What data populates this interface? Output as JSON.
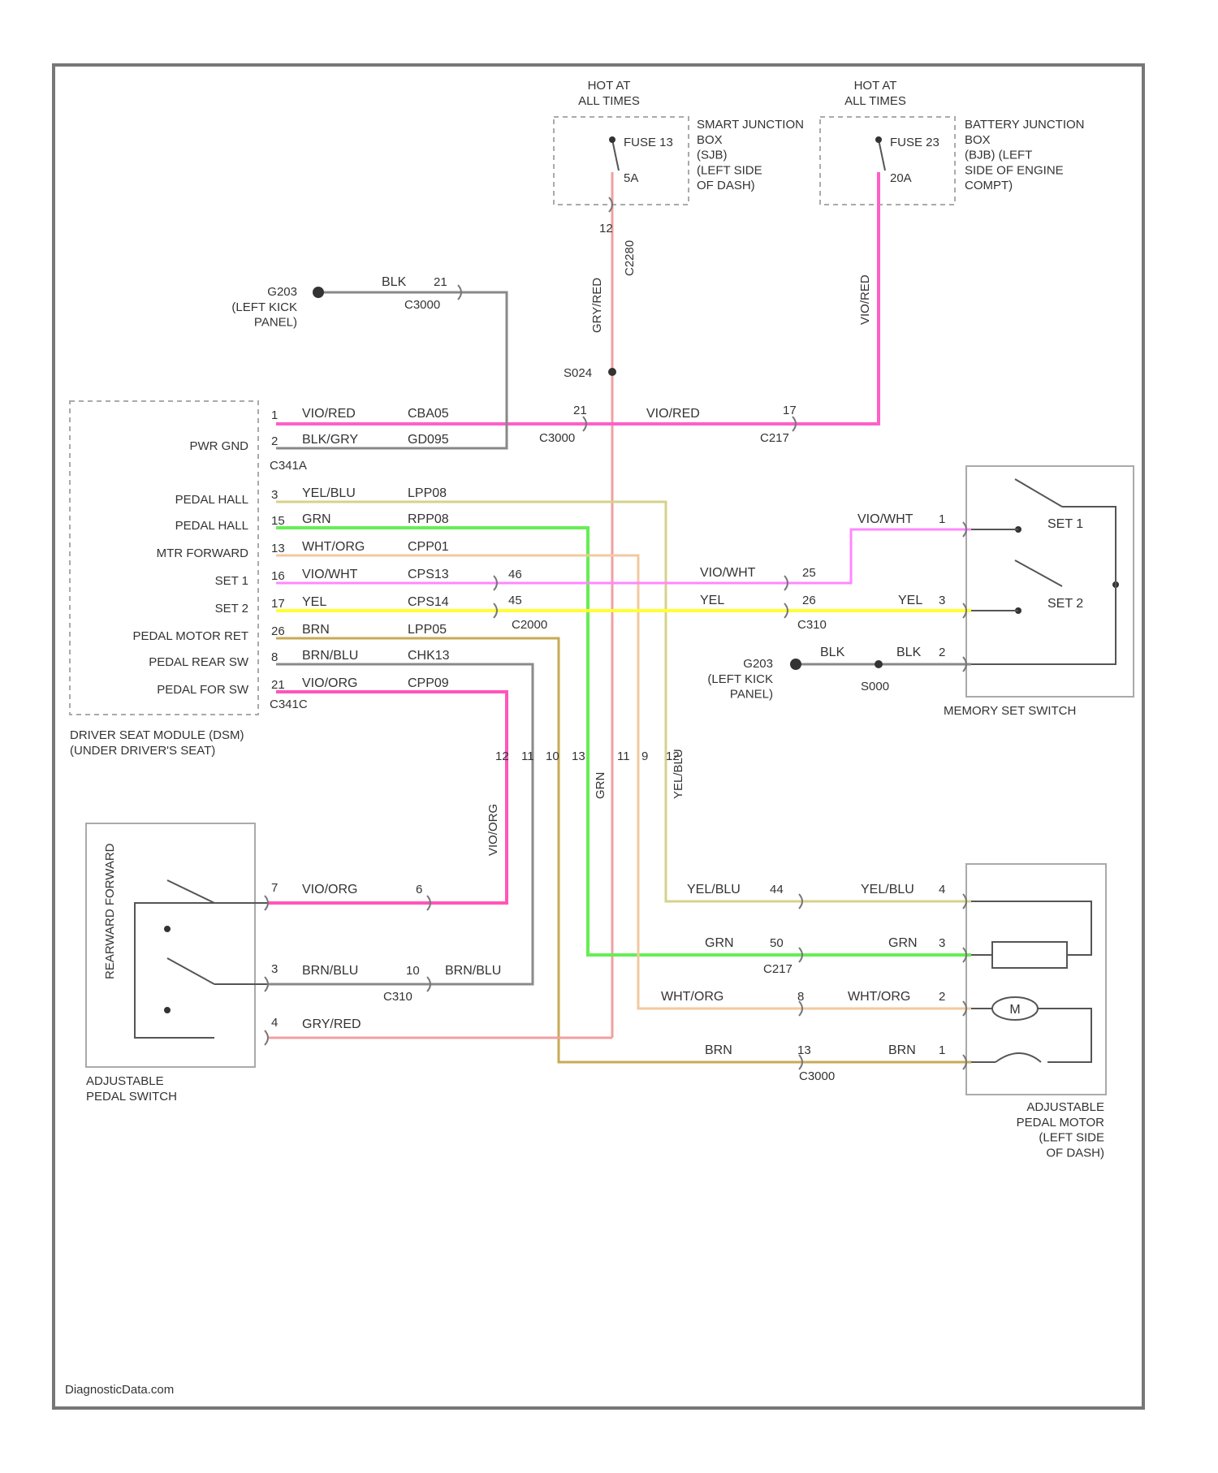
{
  "frame": {
    "watermark": "DiagnosticData.com"
  },
  "colors": {
    "violet_red": "#ff5fc8",
    "yel_blu": "#d6d28a",
    "grn": "#66ee55",
    "wht_org": "#f2c9a0",
    "violet_wht": "#ff88ff",
    "yel": "#ffff33",
    "brn": "#c8aa55",
    "brn_blu": "#8a8a8a",
    "violet_org": "#ff55bb",
    "gry_red": "#f0a0a0",
    "blk": "#888888",
    "box": "#aaaaaa"
  },
  "fuses": {
    "sjb": {
      "hot": "HOT AT\nALL TIMES",
      "fuse": "FUSE 13",
      "amps": "5A",
      "label": "SMART JUNCTION\nBOX\n(SJB)\n(LEFT SIDE\nOF DASH)"
    },
    "bjb": {
      "hot": "HOT AT\nALL TIMES",
      "fuse": "FUSE 23",
      "amps": "20A",
      "label": "BATTERY JUNCTION\nBOX\n(BJB) (LEFT\nSIDE OF ENGINE\nCOMPT)"
    }
  },
  "wires": {
    "sjb_pin": "12",
    "sjb_conn": "C2280",
    "sjb_wire": "GRY/RED",
    "bjb_wire": "VIO/RED",
    "splice_s024": "S024",
    "g203_top": "G203\n(LEFT KICK\nPANEL)",
    "blk_top": "BLK",
    "blk_top_pin": "21",
    "c3000": "C3000",
    "pin1_vio": "VIO/RED",
    "pin1_ckt": "CBA05",
    "c3000_21": "21",
    "c3000_lbl": "C3000",
    "vio_mid": "VIO/RED",
    "c217_17": "17",
    "c217": "C217",
    "pin2_wire": "BLK/GRY",
    "pin2_ckt": "GD095",
    "ylw": "YEL/BLU",
    "ylw_ckt": "LPP08",
    "grn": "GRN",
    "grn_ckt": "RPP08",
    "wo": "WHT/ORG",
    "wo_ckt": "CPP01",
    "vw": "VIO/WHT",
    "vw_ckt": "CPS13",
    "yel": "YEL",
    "yel_ckt": "CPS14",
    "brn": "BRN",
    "brn_ckt": "LPP05",
    "bb": "BRN/BLU",
    "bb_ckt": "CHK13",
    "vo": "VIO/ORG",
    "vo_ckt": "CPP09",
    "c2000_46": "46",
    "c2000_45": "45",
    "c2000": "C2000",
    "c310_25": "25",
    "c310_26": "26",
    "c310": "C310",
    "vw_r": "VIO/WHT",
    "yel_r": "YEL",
    "ms_pin1": "1",
    "ms_pin3": "3",
    "ms_pin2": "2",
    "ms_vw": "VIO/WHT",
    "ms_yel": "YEL",
    "ms_blk": "BLK",
    "g203_mid": "G203\n(LEFT KICK\nPANEL)",
    "s000": "S000",
    "blk_mid": "BLK",
    "vert_vo": "VIO/ORG",
    "vert_grn": "GRN",
    "vert_yb": "YEL/BLU",
    "vert_pins": [
      "12",
      "11",
      "10",
      "13",
      "11",
      "9",
      "12"
    ],
    "sw_pin7": "7",
    "sw_pin3": "3",
    "sw_pin4": "4",
    "sw_vo": "VIO/ORG",
    "sw_bb": "BRN/BLU",
    "sw_gr": "GRY/RED",
    "c310b_6": "6",
    "c310b_10": "10",
    "c310b": "C310",
    "bb_right": "BRN/BLU",
    "m_yb": "YEL/BLU",
    "m_44": "44",
    "m_yb2": "YEL/BLU",
    "m_pin4": "4",
    "m_grn": "GRN",
    "m_50": "50",
    "m_grn2": "GRN",
    "m_pin3": "3",
    "c217b": "C217",
    "m_wo": "WHT/ORG",
    "m_8": "8",
    "m_wo2": "WHT/ORG",
    "m_pin2": "2",
    "m_brn": "BRN",
    "m_13": "13",
    "m_brn2": "BRN",
    "m_pin1": "1",
    "c3000b": "C3000"
  },
  "dsm": {
    "pins": [
      {
        "num": "1",
        "label": ""
      },
      {
        "num": "2",
        "label": "PWR GND"
      },
      {
        "num": "3",
        "label": "PEDAL HALL"
      },
      {
        "num": "15",
        "label": "PEDAL HALL"
      },
      {
        "num": "13",
        "label": "MTR FORWARD"
      },
      {
        "num": "16",
        "label": "SET 1"
      },
      {
        "num": "17",
        "label": "SET 2"
      },
      {
        "num": "26",
        "label": "PEDAL MOTOR RET"
      },
      {
        "num": "8",
        "label": "PEDAL REAR SW"
      },
      {
        "num": "21",
        "label": "PEDAL FOR SW"
      }
    ],
    "conn_top": "C341A",
    "conn_bot": "C341C",
    "label": "DRIVER SEAT MODULE (DSM)\n(UNDER DRIVER'S SEAT)"
  },
  "memory_switch": {
    "set1": "SET 1",
    "set2": "SET 2",
    "label": "MEMORY SET SWITCH"
  },
  "pedal_switch": {
    "side": "REARWARD  FORWARD",
    "label": "ADJUSTABLE\nPEDAL SWITCH"
  },
  "pedal_motor": {
    "motor": "M",
    "label": "ADJUSTABLE\nPEDAL MOTOR\n(LEFT SIDE\nOF DASH)"
  }
}
